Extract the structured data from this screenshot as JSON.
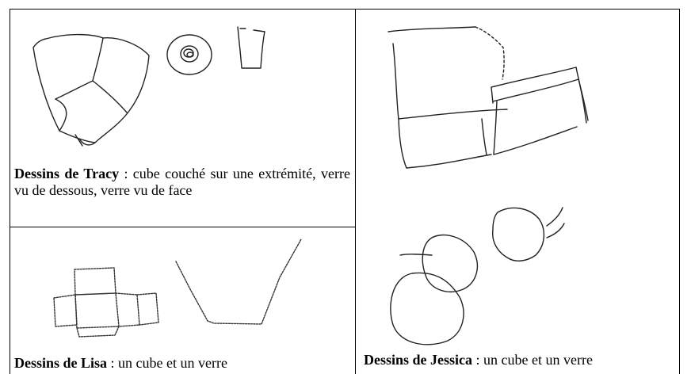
{
  "panels": {
    "tracy": {
      "name": "Dessins de Tracy",
      "description": " : cube couché sur une extrémité, verre vu de dessous, verre vu de face"
    },
    "lisa": {
      "name": "Dessins de Lisa",
      "description": " : un cube et un verre"
    },
    "jessica": {
      "name": "Dessins de Jessica",
      "description": " : un cube et un verre"
    }
  }
}
